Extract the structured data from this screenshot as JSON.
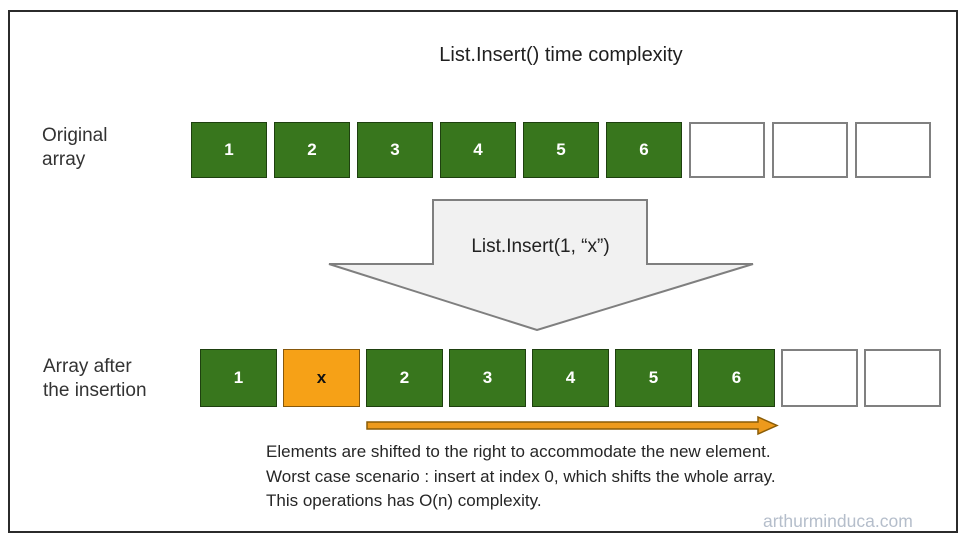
{
  "title": "List.Insert() time complexity",
  "colors": {
    "cell_green": "#38761d",
    "cell_orange": "#f6a117",
    "big_arrow_fill": "#f1f1f1",
    "big_arrow_stroke": "#7f7f7f",
    "shift_arrow_fill": "#ed9a1c",
    "shift_arrow_stroke": "#8a5c06",
    "watermark_gray": "#b5becb"
  },
  "original_array": {
    "label": "Original\narray",
    "cells": [
      {
        "value": "1",
        "style": "green"
      },
      {
        "value": "2",
        "style": "green"
      },
      {
        "value": "3",
        "style": "green"
      },
      {
        "value": "4",
        "style": "green"
      },
      {
        "value": "5",
        "style": "green"
      },
      {
        "value": "6",
        "style": "green"
      },
      {
        "value": "",
        "style": "empty"
      },
      {
        "value": "",
        "style": "empty"
      },
      {
        "value": "",
        "style": "empty"
      }
    ]
  },
  "insert_operation": {
    "label": "List.Insert(1, “x”)"
  },
  "result_array": {
    "label": "Array after\nthe insertion",
    "cells": [
      {
        "value": "1",
        "style": "green"
      },
      {
        "value": "x",
        "style": "orange"
      },
      {
        "value": "2",
        "style": "green"
      },
      {
        "value": "3",
        "style": "green"
      },
      {
        "value": "4",
        "style": "green"
      },
      {
        "value": "5",
        "style": "green"
      },
      {
        "value": "6",
        "style": "green"
      },
      {
        "value": "",
        "style": "empty"
      },
      {
        "value": "",
        "style": "empty"
      }
    ]
  },
  "caption": {
    "lines": [
      "Elements are shifted to the right to accommodate the new element.",
      "Worst case scenario : insert at index 0, which shifts the whole array.",
      "This operations has O(n) complexity."
    ]
  },
  "watermark": "arthurminduca.com"
}
